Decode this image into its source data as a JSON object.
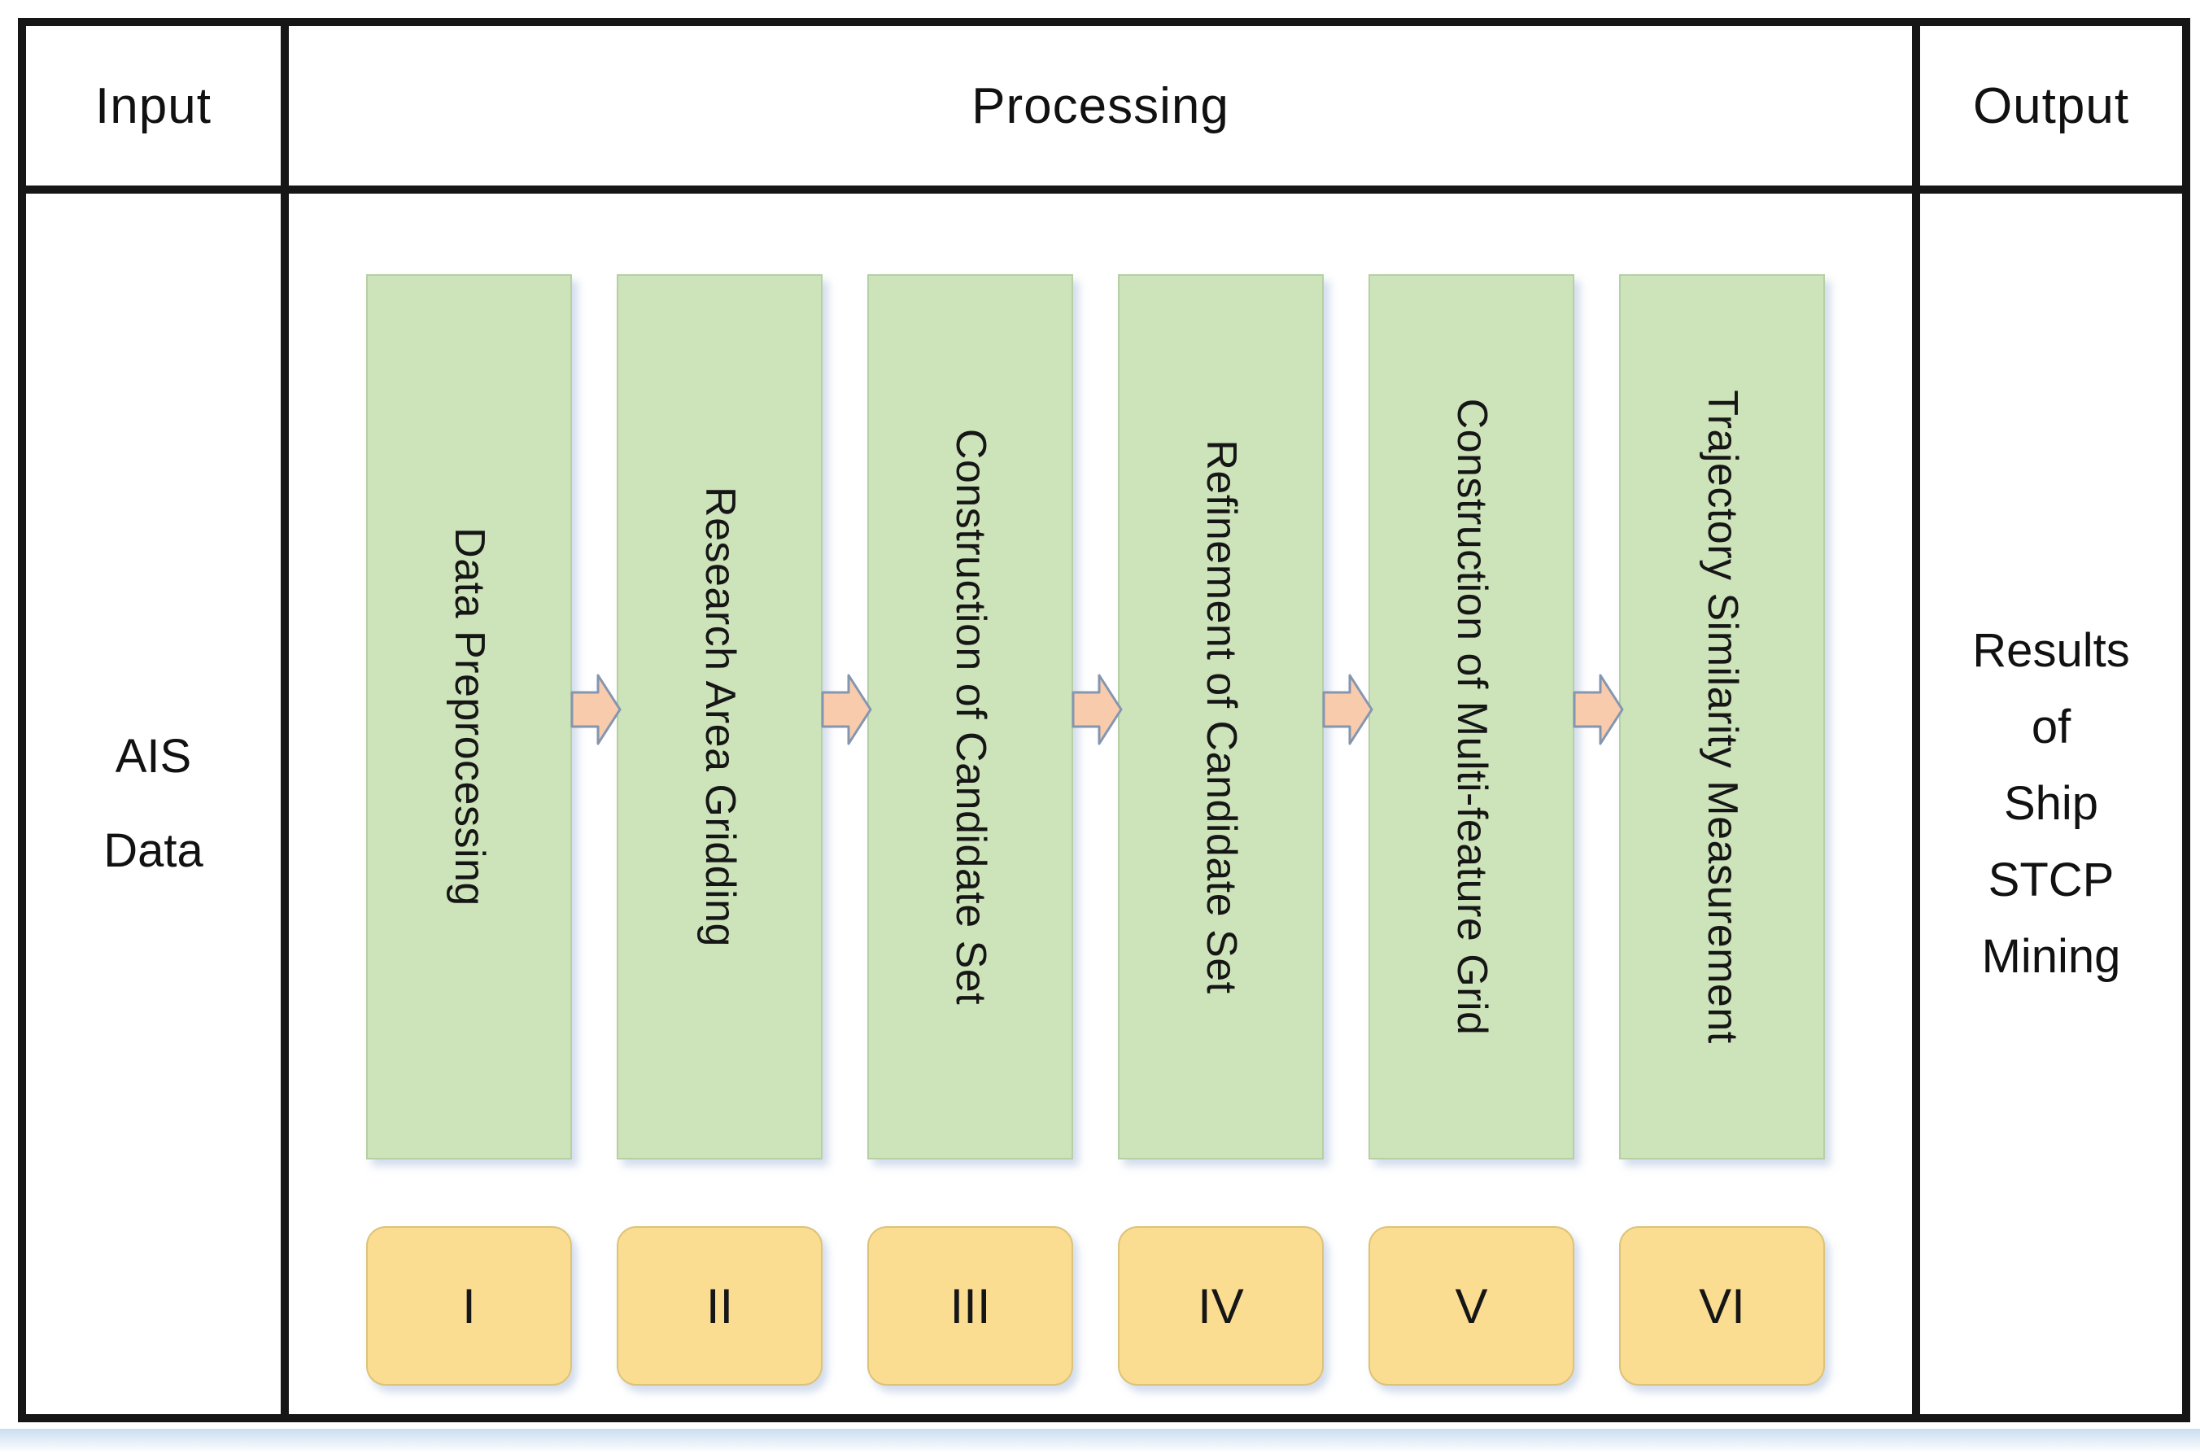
{
  "header": {
    "input": "Input",
    "processing": "Processing",
    "output": "Output"
  },
  "input_cell": {
    "text": "AIS\nData"
  },
  "output_cell": {
    "text": "Results\nof\nShip\nSTCP\nMining"
  },
  "steps": [
    {
      "numeral": "I",
      "label": "Data Preprocessing"
    },
    {
      "numeral": "II",
      "label": "Research Area Gridding"
    },
    {
      "numeral": "III",
      "label": "Construction of Candidate Set"
    },
    {
      "numeral": "IV",
      "label": "Refinement of Candidate Set"
    },
    {
      "numeral": "V",
      "label": "Construction of Multi-feature Grid"
    },
    {
      "numeral": "VI",
      "label": "Trajectory Similarity Measurement"
    }
  ],
  "colors": {
    "table_border": "#161616",
    "step_fill": "#cde3ba",
    "step_border": "#b7cfa5",
    "arrow_fill": "#f8cbad",
    "arrow_stroke": "#8496b0",
    "numeral_fill": "#fbdd92",
    "numeral_border": "#dcc379",
    "bottom_strip": "#c9ddf0"
  }
}
